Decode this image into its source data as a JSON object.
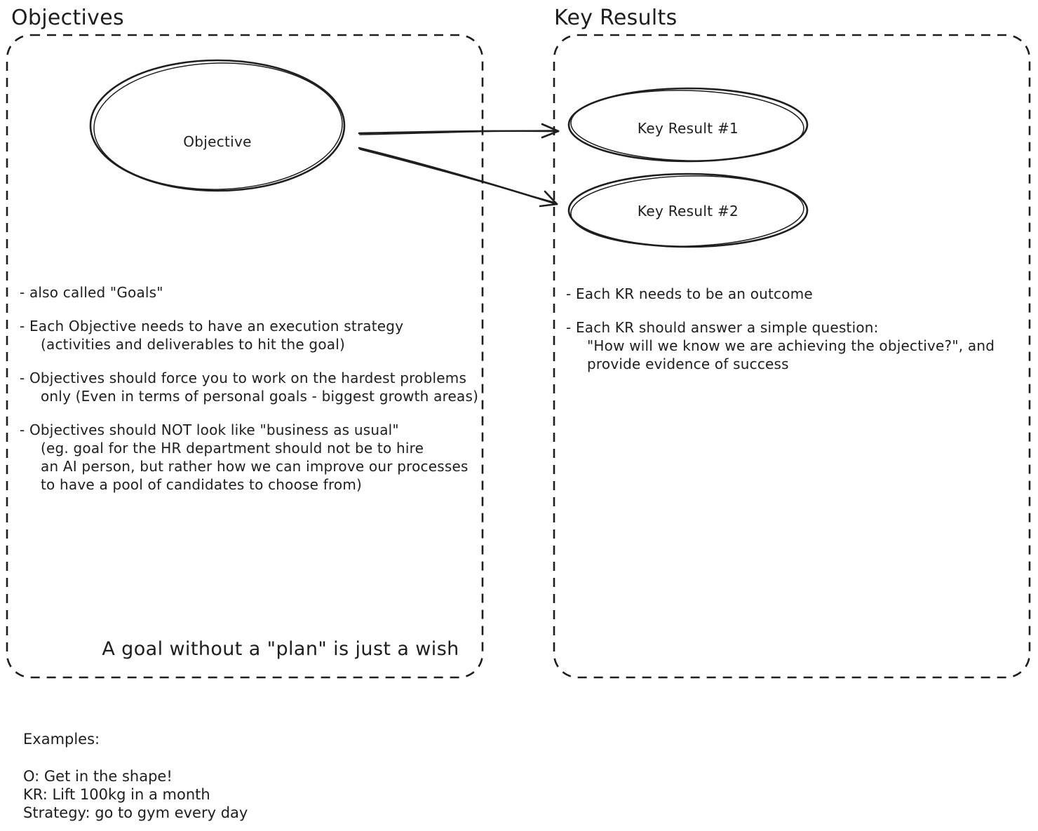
{
  "colors": {
    "stroke": "#1e1e1e",
    "background": "#ffffff"
  },
  "objectives": {
    "title": "Objectives",
    "ellipse_label": "Objective",
    "bullets": [
      {
        "lines": [
          "- also called \"Goals\""
        ]
      },
      {
        "lines": [
          "- Each Objective needs to have an execution strategy",
          "(activities and deliverables to hit the goal)"
        ]
      },
      {
        "lines": [
          "- Objectives should force you to work on the hardest problems",
          "only (Even in terms of personal goals - biggest growth areas)"
        ]
      },
      {
        "lines": [
          "- Objectives should NOT look like \"business as usual\"",
          "(eg. goal for the HR department should not be to hire",
          "an AI person, but rather how we can improve our processes",
          "to have a pool of candidates to choose from)"
        ]
      }
    ],
    "quote": "A goal without a \"plan\" is just a wish"
  },
  "key_results": {
    "title": "Key Results",
    "ellipse_labels": [
      "Key Result #1",
      "Key Result #2"
    ],
    "bullets": [
      {
        "lines": [
          "- Each KR needs to be an outcome"
        ]
      },
      {
        "lines": [
          "- Each KR should answer a simple question:",
          "\"How will we know we are achieving the objective?\", and",
          "provide evidence of success"
        ]
      }
    ]
  },
  "examples": {
    "heading": "Examples:",
    "lines": [
      "O: Get in the shape!",
      "KR: Lift 100kg in a month",
      "Strategy: go to gym every day"
    ]
  }
}
